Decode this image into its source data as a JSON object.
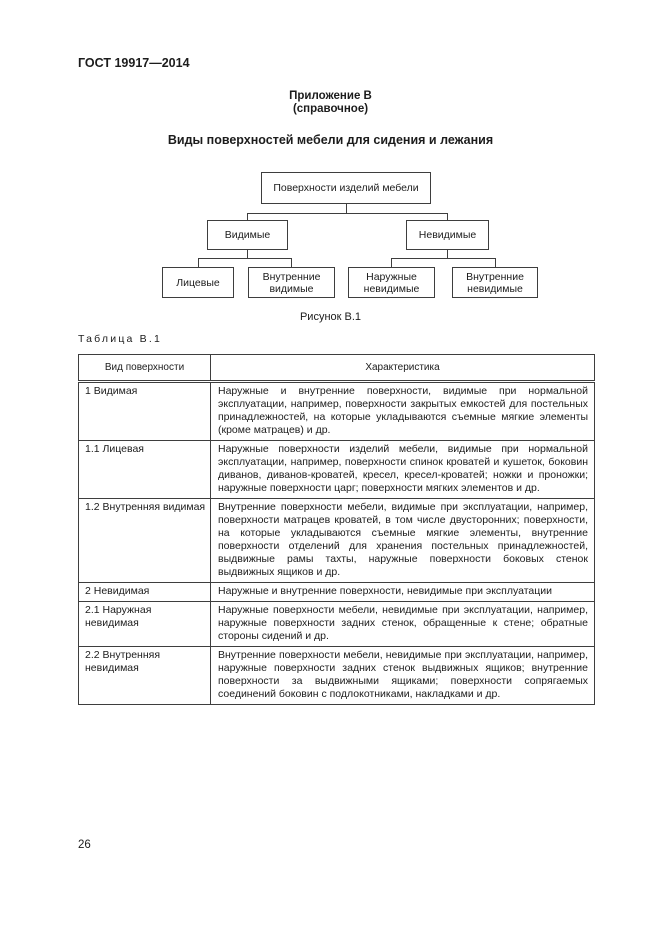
{
  "page": {
    "standard_number": "ГОСТ 19917—2014",
    "page_number": "26"
  },
  "annex": {
    "label": "Приложение В",
    "type": "(справочное)"
  },
  "title": "Виды поверхностей мебели для сидения и лежания",
  "figure": {
    "caption": "Рисунок В.1",
    "nodes": {
      "root": "Поверхности изделий мебели",
      "visible": "Видимые",
      "invisible": "Невидимые",
      "front": "Лицевые",
      "inner_visible": "Внутренние видимые",
      "outer_invisible": "Наружные невидимые",
      "inner_invisible": "Внутренние невидимые"
    }
  },
  "table": {
    "label": "Таблица В.1",
    "headers": [
      "Вид поверхности",
      "Характеристика"
    ],
    "rows": [
      {
        "kind": "1 Видимая",
        "desc": "Наружные и внутренние поверхности, видимые при нормальной эксплуатации, например, поверхности закрытых емкостей для постельных принадлежностей, на которые укладываются съемные мягкие элементы (кроме матрацев) и др."
      },
      {
        "kind": "1.1 Лицевая",
        "desc": "Наружные поверхности изделий мебели, видимые при нормальной эксплуатации, например, поверхности спинок кроватей и кушеток, боковин диванов, диванов-кроватей, кресел, кресел-кроватей; ножки и проножки; наружные поверхности царг; поверхности мягких элементов и др."
      },
      {
        "kind": "1.2 Внутренняя видимая",
        "desc": "Внутренние поверхности мебели, видимые при эксплуатации, например, поверхности матрацев кроватей, в том числе двусторонних; поверхности, на которые укладываются съемные мягкие элементы, внутренние поверхности отделений для хранения постельных принадлежностей, выдвижные рамы тахты, наружные поверхности боковых стенок выдвижных ящиков и др."
      },
      {
        "kind": "2 Невидимая",
        "desc": "Наружные и внутренние поверхности, невидимые при эксплуатации"
      },
      {
        "kind": "2.1 Наружная невидимая",
        "desc": "Наружные поверхности мебели, невидимые при эксплуатации, например, наружные поверхности задних стенок, обращенные к стене; обратные стороны сидений и др."
      },
      {
        "kind": "2.2 Внутренняя невидимая",
        "desc": "Внутренние поверхности мебели, невидимые при эксплуатации, например, наружные поверхности задних стенок выдвижных ящиков; внутренние поверхности за выдвижными ящиками; поверхности сопрягаемых соединений боковин с подлокотниками, накладками и др."
      }
    ]
  }
}
